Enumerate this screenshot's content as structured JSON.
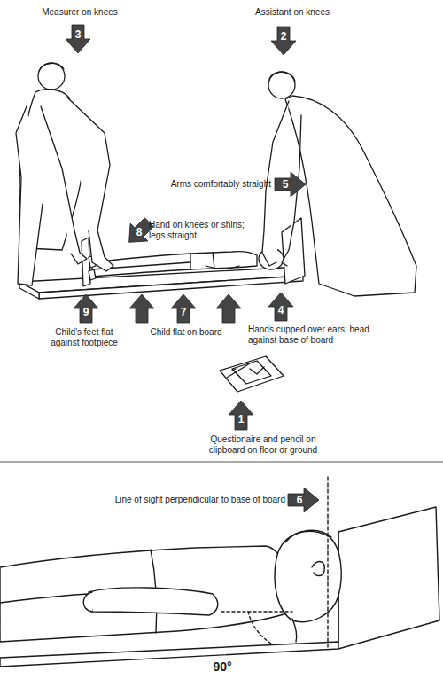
{
  "diagram": {
    "labels": [
      "Measurer on knees",
      "3",
      "Assistant on knees",
      "2",
      "Arms comfortably straight",
      "5",
      "Hand on knees or shins; legs straight",
      "8",
      "9",
      "7",
      "4",
      "Child's feet flat against footpiece",
      "Child flat on board",
      "Hands cupped over ears; head against base of board",
      "Questionaire and pencil on clipboard on floor or ground",
      "1",
      "Line of sight perpendicular to base of board",
      "6",
      "90°"
    ]
  }
}
